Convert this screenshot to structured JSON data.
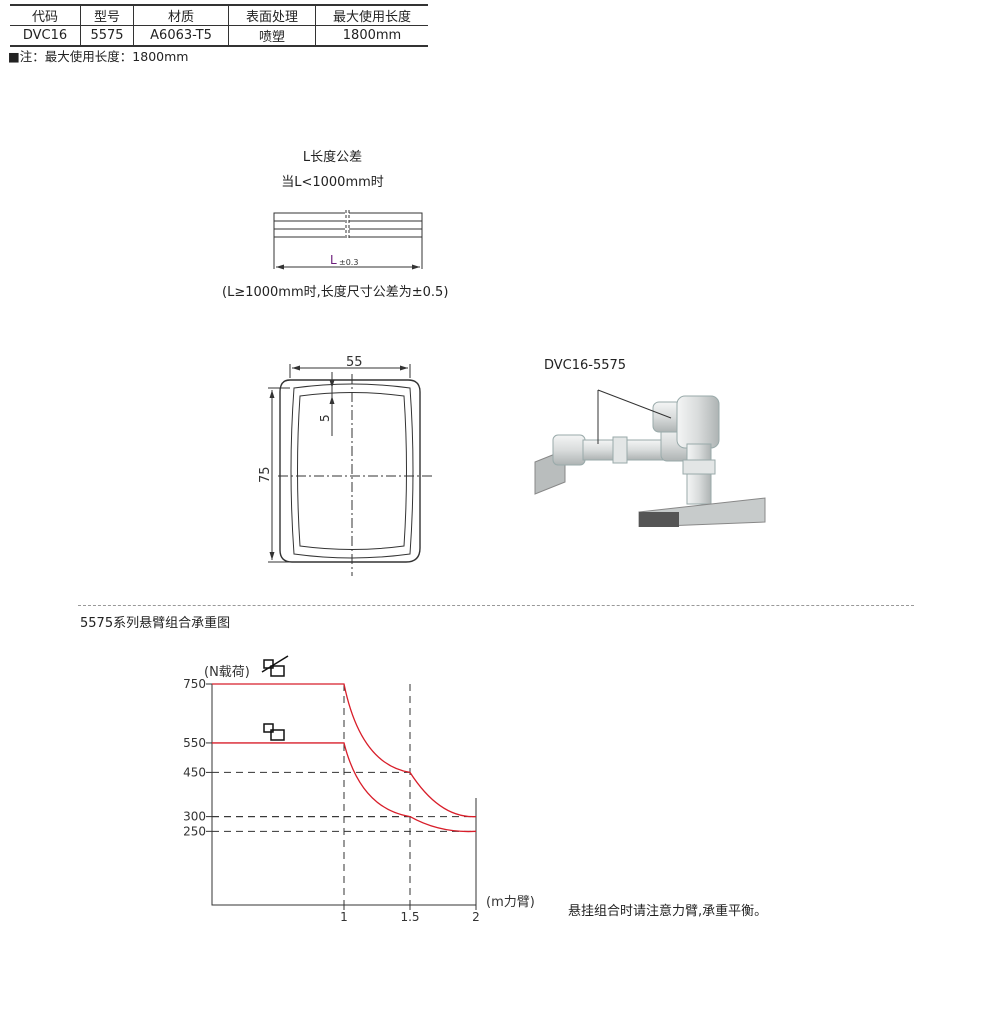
{
  "spec_table": {
    "headers": [
      "代码",
      "型号",
      "材质",
      "表面处理",
      "最大使用长度"
    ],
    "row": [
      "DVC16",
      "5575",
      "A6063-T5",
      "喷塑",
      "1800mm"
    ]
  },
  "note": "■注：最大使用长度：1800mm",
  "tolerance": {
    "title": "L长度公差",
    "subtitle": "当L<1000mm时",
    "dim_label": "L",
    "dim_tol": "±0.3",
    "footnote": "(L≥1000mm时,长度尺寸公差为±0.5)"
  },
  "profile": {
    "width_label": "55",
    "height_label": "75",
    "wall_label": "5"
  },
  "product": {
    "label": "DVC16-5575"
  },
  "section_title": "5575系列悬臂组合承重图",
  "chart_note": "悬挂组合时请注意力臂,承重平衡。",
  "chart_data": {
    "type": "line",
    "ylabel": "(N载荷)",
    "xlabel": "(m力臂)",
    "xlim": [
      0,
      2
    ],
    "ylim": [
      0,
      750
    ],
    "x_ticks": [
      "1",
      "1.5",
      "2"
    ],
    "y_ticks": [
      "750",
      "550",
      "450",
      "300",
      "250"
    ],
    "series": [
      {
        "values": [
          [
            0,
            750
          ],
          [
            1,
            750
          ],
          [
            1.5,
            450
          ],
          [
            2,
            300
          ]
        ]
      },
      {
        "values": [
          [
            0,
            550
          ],
          [
            1,
            550
          ],
          [
            1.5,
            300
          ],
          [
            2,
            250
          ]
        ]
      }
    ],
    "colors": {
      "curve": "#d81e2a",
      "axis": "#333333",
      "guide": "#333333"
    }
  }
}
